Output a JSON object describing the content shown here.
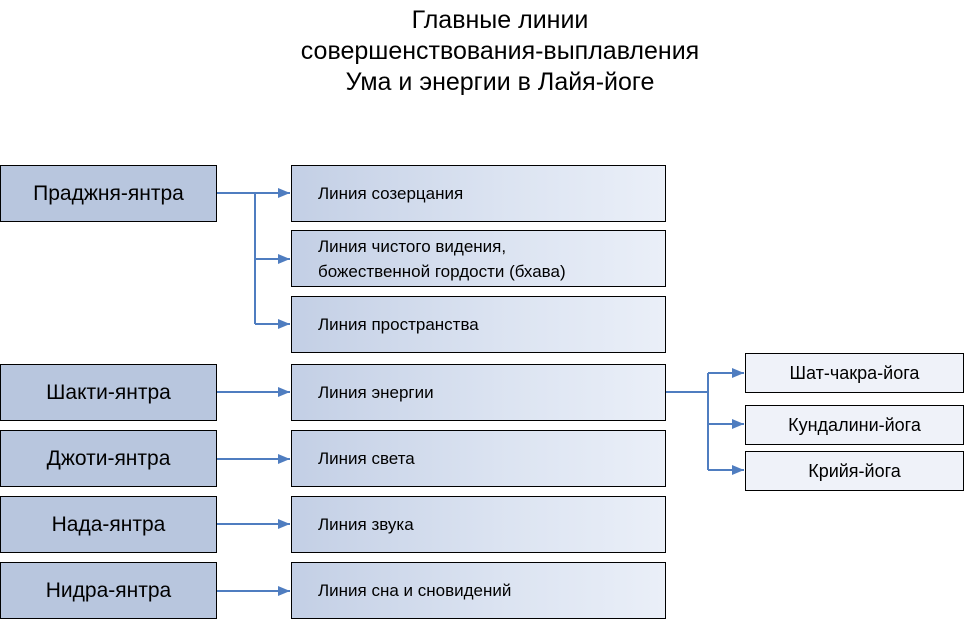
{
  "title": {
    "line1": "Главные линии",
    "line2": "совершенствования-выплавления",
    "line3": "Ума и энергии в Лайя-йоге"
  },
  "yantras": {
    "pradzhnya": "Праджня-янтра",
    "shakti": "Шакти-янтра",
    "dzhoti": "Джоти-янтра",
    "nada": "Нада-янтра",
    "nidra": "Нидра-янтра"
  },
  "lines": {
    "sozertsaniya": "Линия созерцания",
    "videniya_1": "Линия чистого видения,",
    "videniya_2": "божественной гордости (бхава)",
    "prostranstva": "Линия пространства",
    "energii": "Линия энергии",
    "sveta": "Линия света",
    "zvuka": "Линия звука",
    "sna": "Линия сна и сновидений"
  },
  "yogas": {
    "shatchakra": "Шат-чакра-йога",
    "kundalini": "Кундалини-йога",
    "kriya": "Крийя-йога"
  },
  "colors": {
    "connector": "#4f7dc0",
    "yantra_fill": "#b8c6de",
    "line_fill_start": "#c3cfe5",
    "line_fill_end": "#eaeff8",
    "yoga_fill": "#eff2f9"
  }
}
